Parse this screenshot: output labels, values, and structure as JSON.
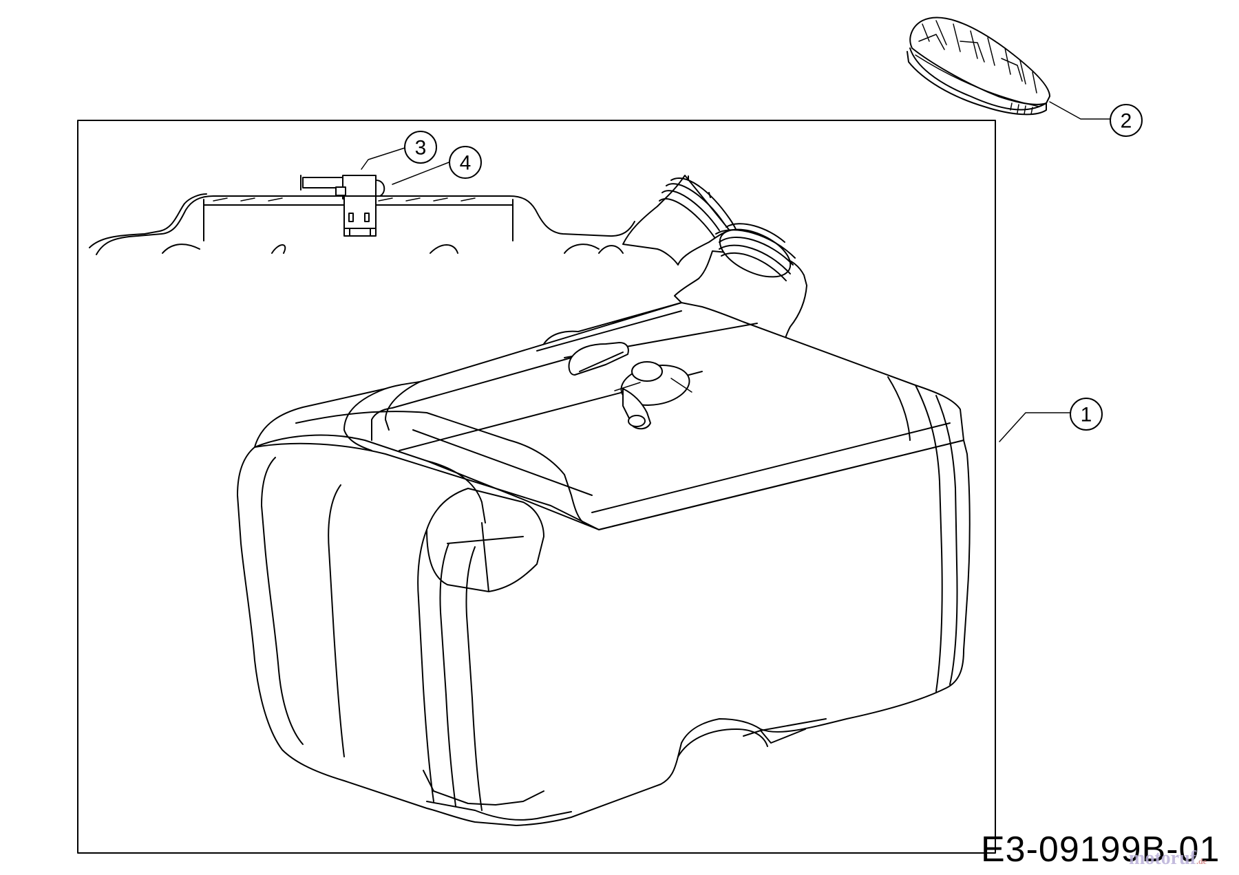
{
  "drawing_id": "E3-09199B-01",
  "watermark": {
    "text": "motoruf",
    "tld": ".de"
  },
  "callouts": [
    {
      "number": "1",
      "part": "fuel-tank"
    },
    {
      "number": "2",
      "part": "fuel-cap"
    },
    {
      "number": "3",
      "part": "vent-valve"
    },
    {
      "number": "4",
      "part": "valve-grommet"
    }
  ]
}
